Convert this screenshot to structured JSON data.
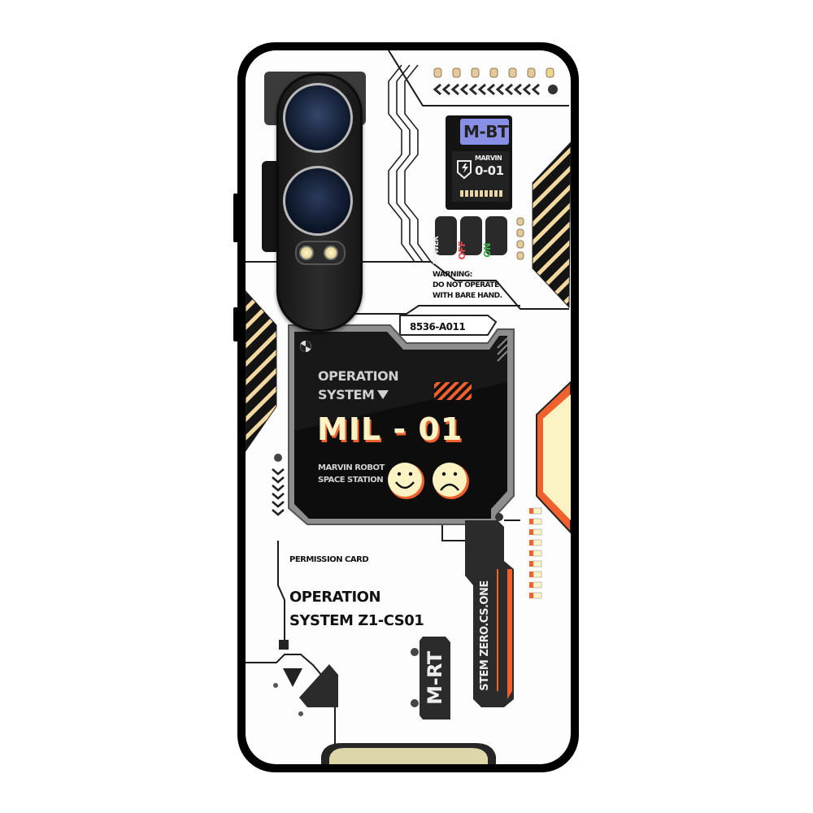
{
  "product": {
    "type": "phone back case",
    "camera_module": {
      "lenses": 2,
      "flash_leds": 2
    }
  },
  "top_panel": {
    "badge_label": "M-BT",
    "shield_icon": "lightning-shield-icon",
    "unit_name": "MARVIN",
    "unit_code": "0-01",
    "led_count": 7,
    "chevron_count": 12
  },
  "switches": {
    "power_label": "POWER",
    "off_label": "OFF",
    "on_label": "ON"
  },
  "warning": {
    "line1": "WARNING:",
    "line2": "DO NOT OPERATE",
    "line3": "WITH BARE HAND."
  },
  "screen": {
    "serial": "8536-A011",
    "system_line1": "OPERATION",
    "system_line2": "SYSTEM",
    "model": "MIL - 01",
    "subtitle_line1": "MARVIN ROBOT",
    "subtitle_line2": "SPACE STATION",
    "happy_face_icon": "smiley-icon",
    "sad_face_icon": "frown-icon"
  },
  "permission": {
    "caption": "PERMISSION CARD",
    "title_line1": "OPERATION",
    "title_line2": "SYSTEM Z1-CS01"
  },
  "side_tag": {
    "brand": "M-RT",
    "vertical_text": "STEM ZERO.CS.ONE"
  },
  "colors": {
    "case_black": "#000000",
    "panel_dark": "#2d2d2d",
    "accent_orange": "#f0612d",
    "cream": "#fbf3c4",
    "badge_purple": "#8a8fe6",
    "off_red": "#e2474b",
    "on_green": "#3cae4a",
    "bezel_gray": "#8e8e8e"
  }
}
